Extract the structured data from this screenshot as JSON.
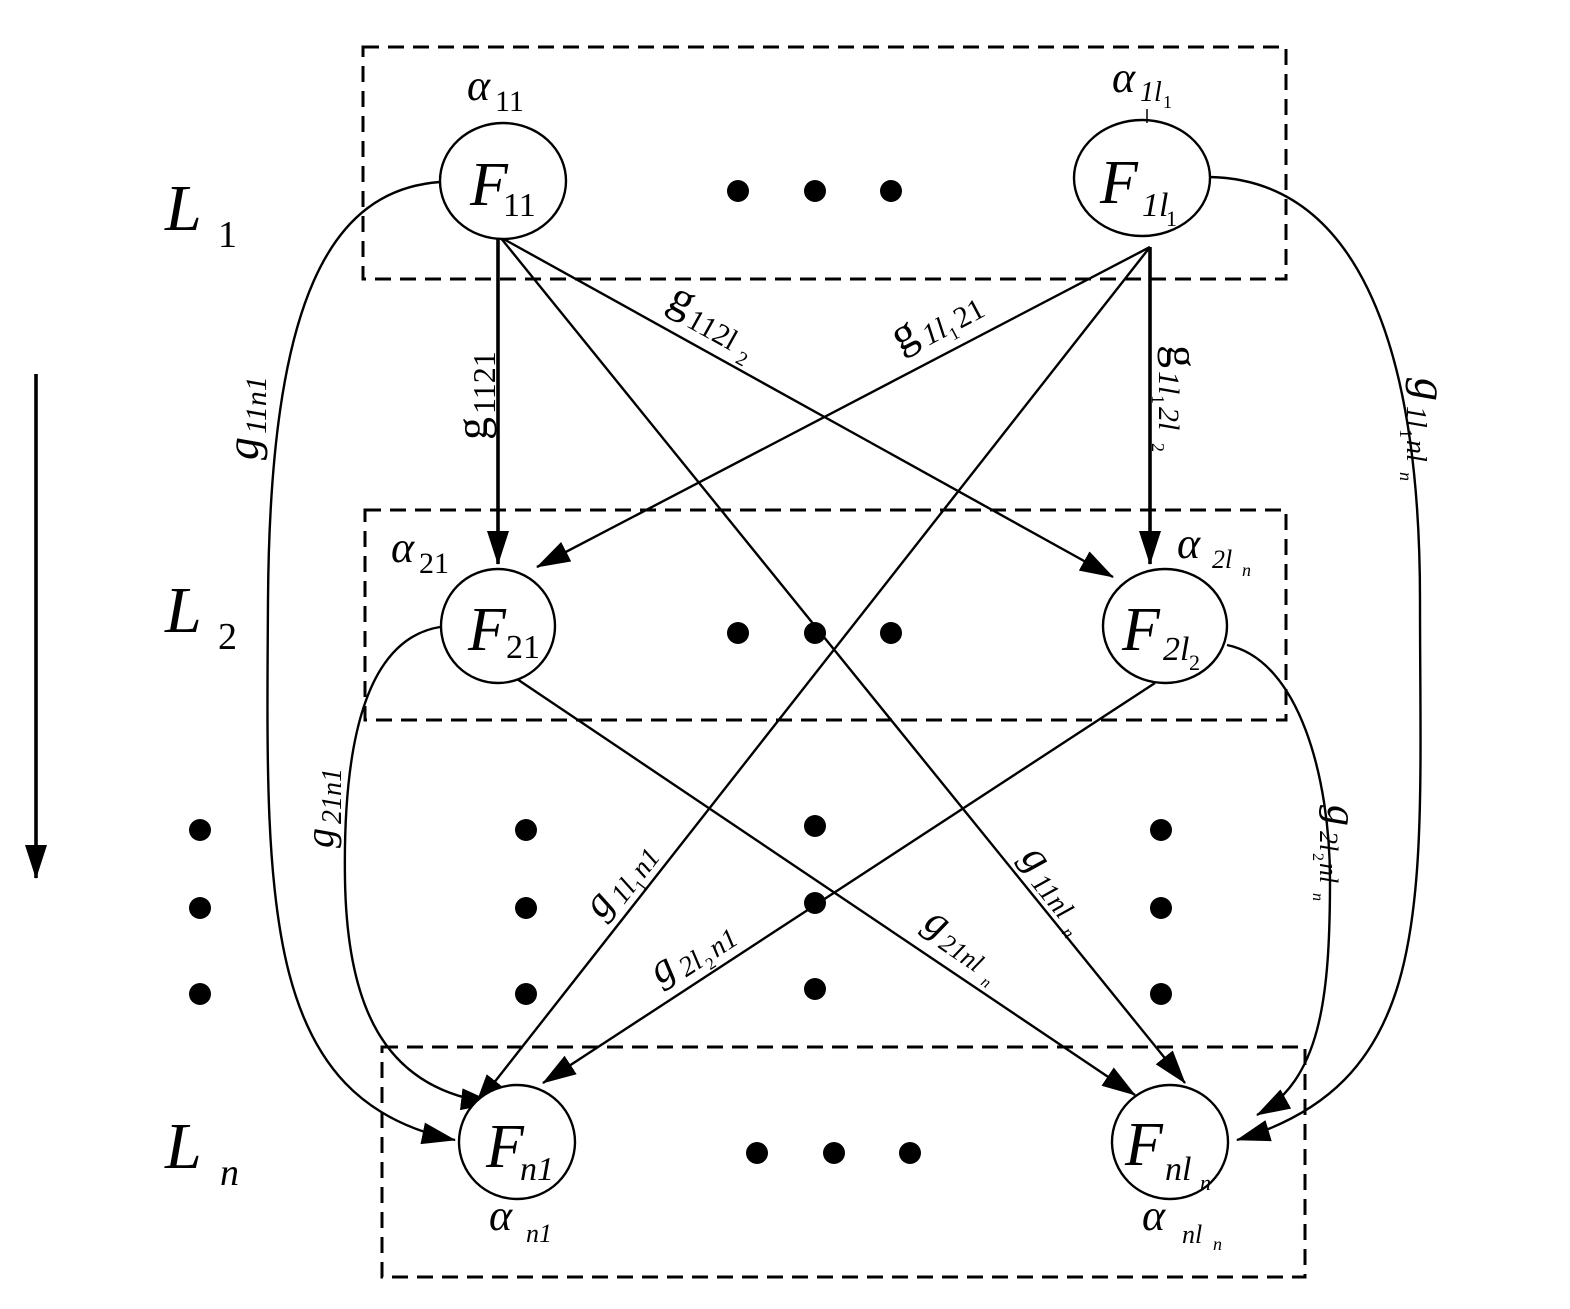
{
  "layers": [
    {
      "id": "L1",
      "label": "L",
      "sub": "1"
    },
    {
      "id": "L2",
      "label": "L",
      "sub": "2"
    },
    {
      "id": "Ln",
      "label": "L",
      "sub": "n"
    }
  ],
  "nodes": [
    {
      "id": "F11",
      "main": "F",
      "sub": "11",
      "subsub": "",
      "weight": {
        "main": "α",
        "sub": "11",
        "subsub": ""
      }
    },
    {
      "id": "F1l1",
      "main": "F",
      "sub": "1l",
      "subsub": "1",
      "weight": {
        "main": "α",
        "sub": "1l",
        "subsub": "1"
      }
    },
    {
      "id": "F21",
      "main": "F",
      "sub": "21",
      "subsub": "",
      "weight": {
        "main": "α",
        "sub": "21",
        "subsub": ""
      }
    },
    {
      "id": "F2l2",
      "main": "F",
      "sub": "2l",
      "subsub": "2",
      "weight": {
        "main": "α",
        "sub": "2l",
        "subsub": "n"
      }
    },
    {
      "id": "Fn1",
      "main": "F",
      "sub": "n1",
      "subsub": "",
      "weight": {
        "main": "α",
        "sub": "n1",
        "subsub": ""
      }
    },
    {
      "id": "Fnln",
      "main": "F",
      "sub": "nl",
      "subsub": "n",
      "weight": {
        "main": "α",
        "sub": "nl",
        "subsub": "n"
      }
    }
  ],
  "edges": [
    {
      "id": "g1121",
      "from": "F11",
      "to": "F21",
      "label": {
        "main": "g",
        "sub": "1121",
        "subsub": "",
        "tail": ""
      }
    },
    {
      "id": "g112l2",
      "from": "F11",
      "to": "F2l2",
      "label": {
        "main": "g",
        "sub": "112l",
        "subsub": "2",
        "tail": ""
      }
    },
    {
      "id": "g11nln",
      "from": "F11",
      "to": "Fnln",
      "label": {
        "main": "g",
        "sub": "11nl",
        "subsub": "n",
        "tail": ""
      }
    },
    {
      "id": "g11n1",
      "from": "F11",
      "to": "Fn1",
      "label": {
        "main": "g",
        "sub": "11n1",
        "subsub": "",
        "tail": ""
      }
    },
    {
      "id": "g1l121",
      "from": "F1l1",
      "to": "F21",
      "label": {
        "main": "g",
        "sub": "1l",
        "subsub": "1",
        "tail": "21"
      }
    },
    {
      "id": "g1l12l2",
      "from": "F1l1",
      "to": "F2l2",
      "label": {
        "main": "g",
        "sub": "1l",
        "subsub": "1",
        "tail": "2l",
        "tailsub": "2"
      }
    },
    {
      "id": "g1l1n1",
      "from": "F1l1",
      "to": "Fn1",
      "label": {
        "main": "g",
        "sub": "1l",
        "subsub": "1",
        "tail": "n1"
      }
    },
    {
      "id": "g1l1nln",
      "from": "F1l1",
      "to": "Fnln",
      "label": {
        "main": "g",
        "sub": "1l",
        "subsub": "1",
        "tail": "nl",
        "tailsub": "n"
      }
    },
    {
      "id": "g21n1",
      "from": "F21",
      "to": "Fn1",
      "label": {
        "main": "g",
        "sub": "21n1",
        "subsub": "",
        "tail": ""
      }
    },
    {
      "id": "g21nln",
      "from": "F21",
      "to": "Fnln",
      "label": {
        "main": "g",
        "sub": "21nl",
        "subsub": "n",
        "tail": ""
      }
    },
    {
      "id": "g2l2n1",
      "from": "F2l2",
      "to": "Fn1",
      "label": {
        "main": "g",
        "sub": "2l",
        "subsub": "2",
        "tail": "n1"
      }
    },
    {
      "id": "g2l2nln",
      "from": "F2l2",
      "to": "Fnln",
      "label": {
        "main": "g",
        "sub": "2l",
        "subsub": "2",
        "tail": "nl",
        "tailsub": "n"
      }
    }
  ]
}
